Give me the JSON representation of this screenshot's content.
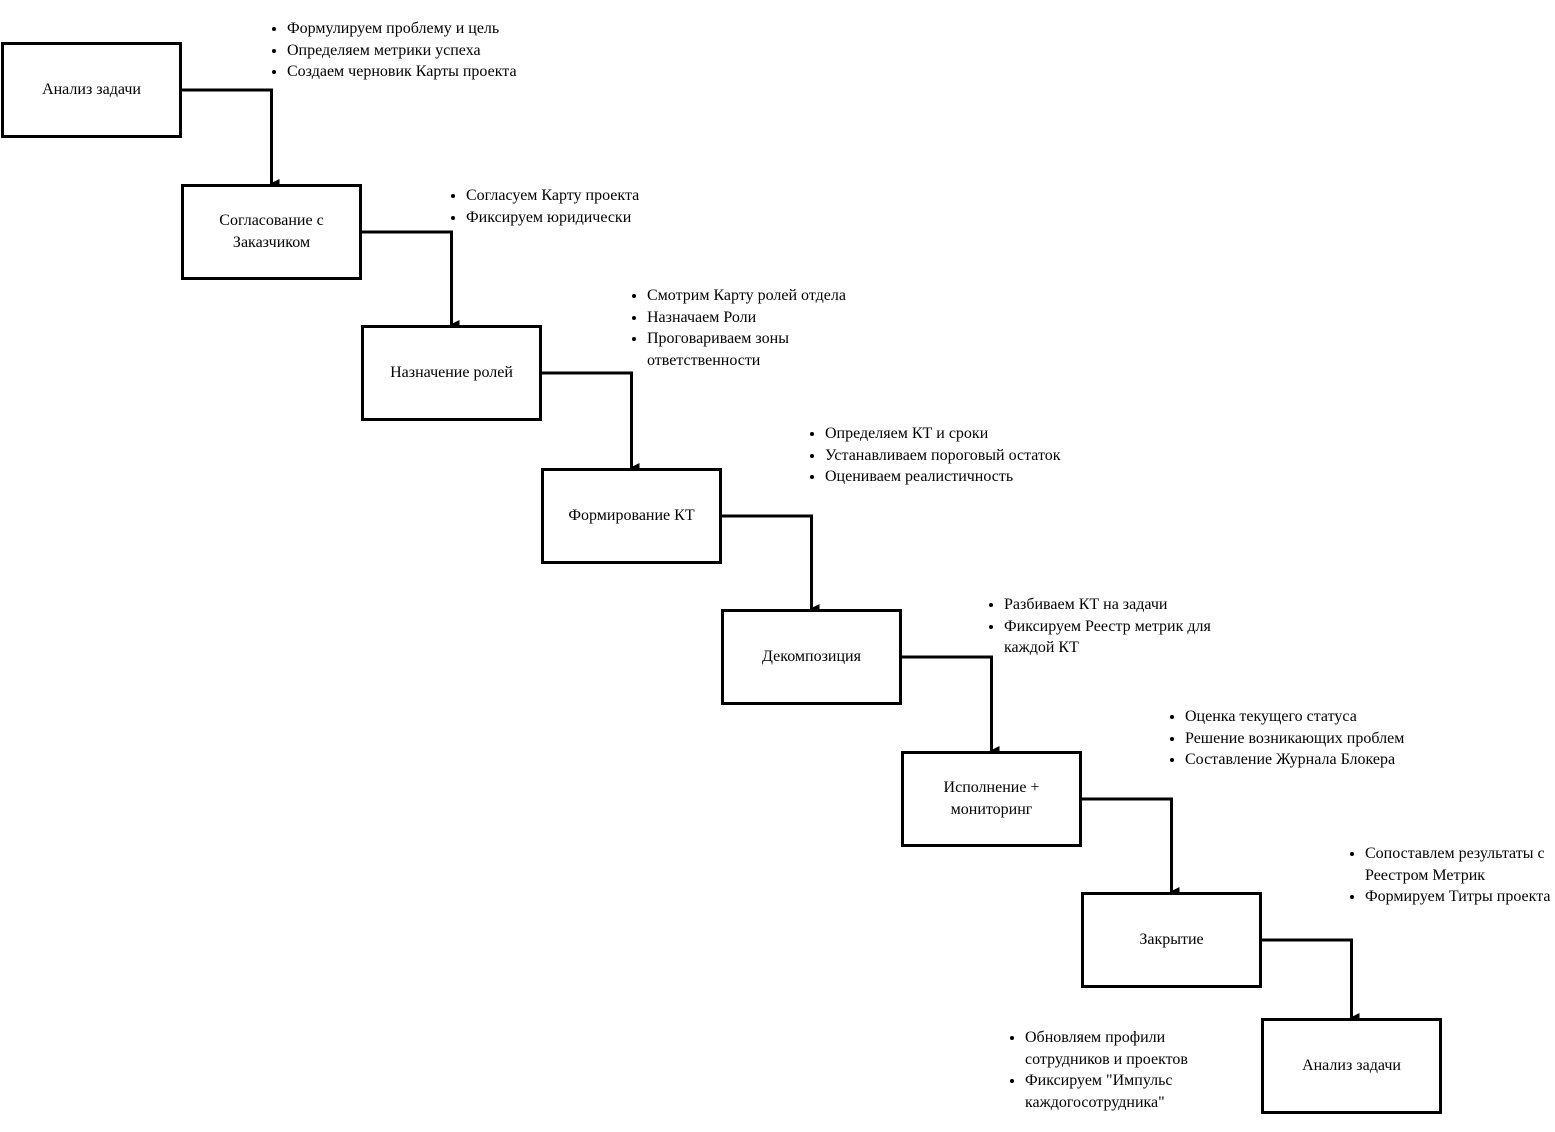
{
  "diagram": {
    "colors": {
      "stroke": "#000000",
      "fill": "#ffffff",
      "text": "#000000"
    },
    "steps": [
      {
        "label": "Анализ задачи",
        "notes": [
          "Формулируем проблему и цель",
          "Определяем метрики успеха",
          "Создаем черновик Карты проекта"
        ]
      },
      {
        "label": "Согласование с\nЗаказчиком",
        "notes": [
          "Согласуем Карту проекта",
          "Фиксируем юридически"
        ]
      },
      {
        "label": "Назначение ролей",
        "notes": [
          "Смотрим Карту ролей отдела",
          "Назначаем Роли",
          "Проговариваем зоны ответственности"
        ]
      },
      {
        "label": "Формирование КТ",
        "notes": [
          "Определяем КТ и сроки",
          "Устанавливаем пороговый остаток",
          "Оцениваем реалистичность"
        ]
      },
      {
        "label": "Декомпозиция",
        "notes": [
          "Разбиваем КТ на задачи",
          "Фиксируем Реестр метрик для каждой КТ"
        ]
      },
      {
        "label": "Исполнение +\nмониторинг",
        "notes": [
          "Оценка текущего статуса",
          "Решение возникающих проблем",
          "Составление Журнала Блокера"
        ]
      },
      {
        "label": "Закрытие",
        "notes": [
          "Сопоставлем результаты с Реестром Метрик",
          "Формируем Титры проекта"
        ]
      },
      {
        "label": "Анализ задачи",
        "notes": [
          "Обновляем профили сотрудников и проектов",
          "Фиксируем \"Импульс каждогосотрудника\""
        ]
      }
    ]
  }
}
